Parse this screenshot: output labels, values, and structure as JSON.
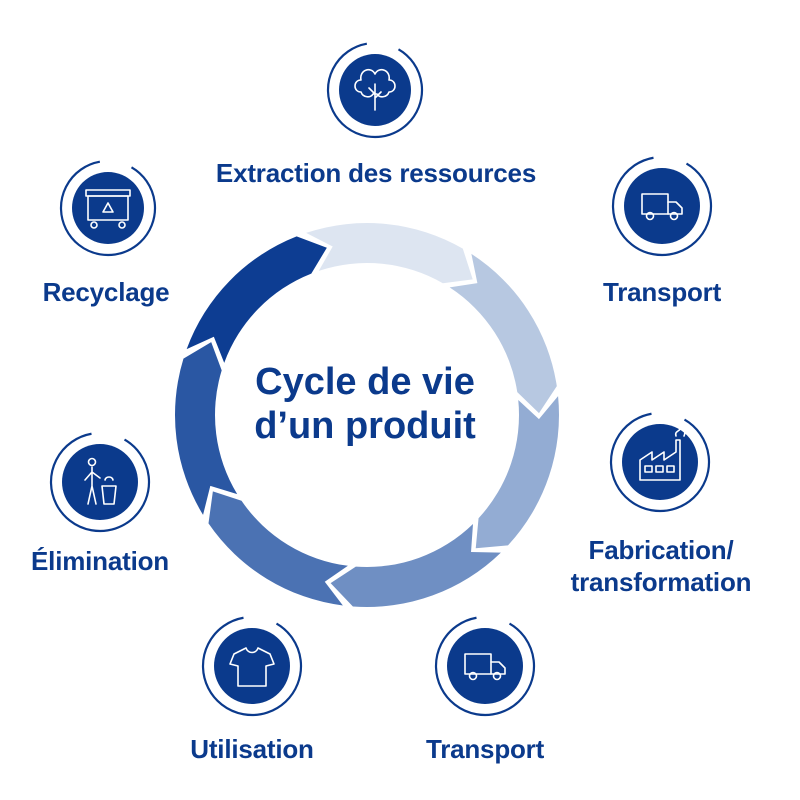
{
  "diagram": {
    "center_title": [
      "Cycle de vie",
      "d’un produit"
    ],
    "stages": [
      {
        "id": "extraction",
        "label": [
          "Extraction des ressources"
        ],
        "icon": "tree-icon"
      },
      {
        "id": "transport-1",
        "label": [
          "Transport"
        ],
        "icon": "truck-icon"
      },
      {
        "id": "fabrication",
        "label": [
          "Fabrication/",
          "transformation"
        ],
        "icon": "factory-icon"
      },
      {
        "id": "transport-2",
        "label": [
          "Transport"
        ],
        "icon": "truck-icon"
      },
      {
        "id": "utilisation",
        "label": [
          "Utilisation"
        ],
        "icon": "tshirt-icon"
      },
      {
        "id": "elimination",
        "label": [
          "Élimination"
        ],
        "icon": "trash-person-icon"
      },
      {
        "id": "recyclage",
        "label": [
          "Recyclage"
        ],
        "icon": "recycle-bin-icon"
      }
    ],
    "colors": {
      "text": "#0b3a8c",
      "icon_fill": "#0b3a8c",
      "ring": "#0b3a8c",
      "arrows": [
        "#dde5f1",
        "#b7c8e1",
        "#93acd3",
        "#6f8fc3",
        "#4b72b3",
        "#2a57a3",
        "#0d3d92"
      ]
    }
  }
}
